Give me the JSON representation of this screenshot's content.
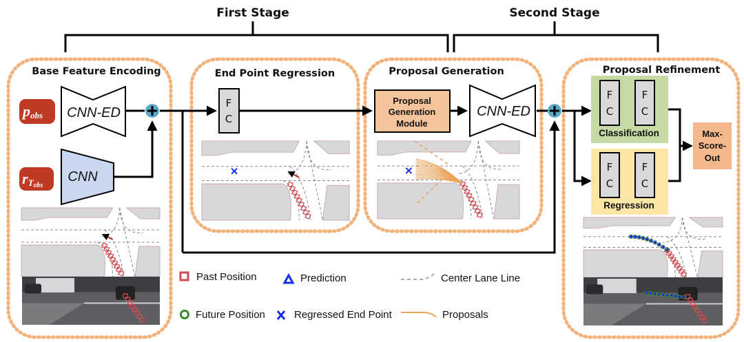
{
  "stages": {
    "first": "First Stage",
    "second": "Second Stage"
  },
  "sections": {
    "base_feature_encoding": "Base Feature Encoding",
    "end_point_regression": "End Point Regression",
    "proposal_generation": "Proposal Generation",
    "proposal_refinement": "Proposal Refinement"
  },
  "inputs": {
    "p_obs": {
      "main": "p",
      "sub": "obs"
    },
    "r_tobs": {
      "main": "r",
      "sub_t": "T",
      "sub": "obs"
    }
  },
  "blocks": {
    "cnn_ed_1": "CNN-ED",
    "cnn": "CNN",
    "fc_top": "F",
    "fc_bottom": "C",
    "pgm_line1": "Proposal",
    "pgm_line2": "Generation",
    "pgm_line3": "Module",
    "cnn_ed_2": "CNN-ED",
    "classification": "Classification",
    "regression": "Regression",
    "max_line1": "Max-",
    "max_line2": "Score-",
    "max_line3": "Out"
  },
  "legend": {
    "past_position": "Past Position",
    "prediction": "Prediction",
    "center_lane_line": "Center Lane Line",
    "future_position": "Future Position",
    "regressed_end_point": "Regressed End Point",
    "proposals": "Proposals"
  },
  "colors": {
    "dotted_border": "#f2b27a",
    "input_red": "#bf3a22",
    "cnn_blue": "#c9d8ef",
    "fc_gray": "#d9d9d9",
    "pgm_orange": "#f4c59c",
    "classification_green": "#c5d9a3",
    "regression_yellow": "#fbe6a6",
    "max_score_orange": "#f3b88c",
    "plus_blue": "#5aa9c8",
    "past_red": "#d04a50",
    "future_green": "#3a8a2a",
    "prediction_blue": "#1a2ee6",
    "proposal_orange": "#e9a45d",
    "lane_gray": "#888888"
  }
}
